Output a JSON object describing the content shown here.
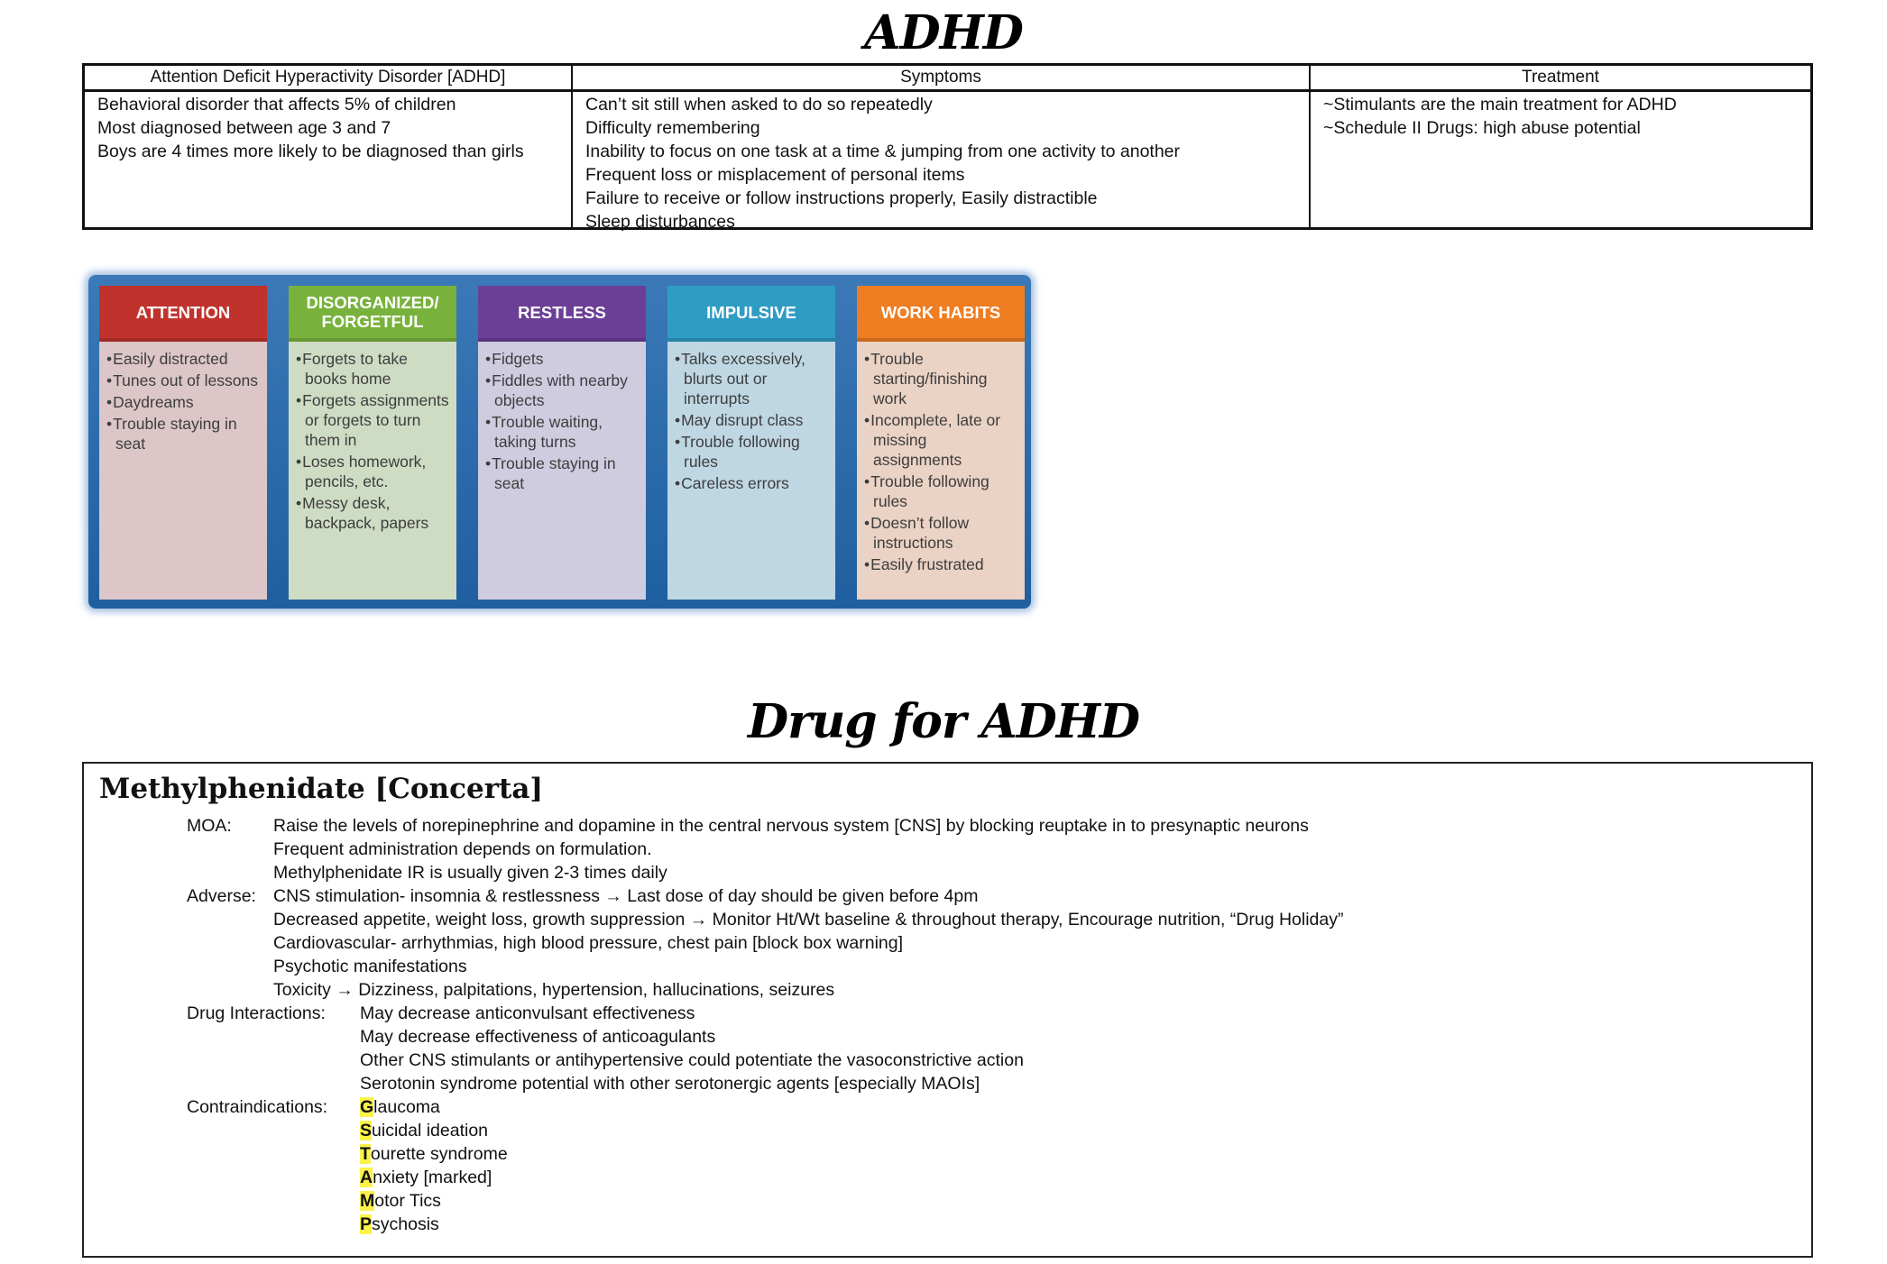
{
  "titles": {
    "adhd": "ADHD",
    "drug": "Drug for ADHD"
  },
  "top_table": {
    "headers": [
      "Attention Deficit Hyperactivity Disorder [ADHD]",
      "Symptoms",
      "Treatment"
    ],
    "col1": [
      "Behavioral disorder that affects 5% of children",
      "Most diagnosed between age 3 and 7",
      "Boys are 4 times more likely to be diagnosed than girls"
    ],
    "col2": [
      "Can’t sit still when asked to do so repeatedly",
      "Difficulty remembering",
      "Inability to focus on one task at a time & jumping from one activity to another",
      "Frequent loss or misplacement of personal items",
      "Failure to receive or follow instructions properly, Easily distractible",
      "Sleep disturbances"
    ],
    "col3": [
      "~Stimulants are the main treatment for ADHD",
      "~Schedule II Drugs: high abuse potential"
    ]
  },
  "infographic": {
    "cards": [
      {
        "title": "ATTENTION",
        "head_color": "#c0332d",
        "body_color": "#dcc6c8",
        "items": [
          "Easily distracted",
          "Tunes out of lessons",
          "Daydreams",
          "Trouble staying in seat"
        ]
      },
      {
        "title": "DISORGANIZED/ FORGETFUL",
        "head_color": "#78b23c",
        "body_color": "#cfdcc4",
        "items": [
          "Forgets to take books home",
          "Forgets assignments or forgets to turn them in",
          "Loses homework, pencils, etc.",
          "Messy desk, backpack, papers"
        ]
      },
      {
        "title": "RESTLESS",
        "head_color": "#6b3f96",
        "body_color": "#cfcce0",
        "items": [
          "Fidgets",
          "Fiddles with nearby objects",
          "Trouble waiting, taking turns",
          "Trouble staying in seat"
        ]
      },
      {
        "title": "IMPULSIVE",
        "head_color": "#2f9cc4",
        "body_color": "#bfd7e3",
        "items": [
          "Talks excessively, blurts out or interrupts",
          "May disrupt class",
          "Trouble following rules",
          "Careless errors"
        ]
      },
      {
        "title": "WORK HABITS",
        "head_color": "#ef7d22",
        "body_color": "#ead2c4",
        "items": [
          "Trouble starting/finishing work",
          "Incomplete, late or missing assignments",
          "Trouble following rules",
          "Doesn’t follow instructions",
          "Easily frustrated"
        ]
      }
    ]
  },
  "drug": {
    "name": "Methylphenidate [Concerta]",
    "moa_label": "MOA:",
    "moa": [
      "Raise the levels of norepinephrine and dopamine in the central nervous system [CNS] by blocking reuptake in to presynaptic neurons",
      "Frequent administration depends on formulation.",
      "Methylphenidate IR is usually given 2-3 times daily"
    ],
    "adverse_label": "Adverse:",
    "adverse": [
      "CNS stimulation- insomnia & restlessness → Last dose of day should be given before 4pm",
      "Decreased appetite, weight loss, growth suppression → Monitor Ht/Wt baseline & throughout therapy, Encourage nutrition, “Drug Holiday”",
      "Cardiovascular- arrhythmias, high blood pressure, chest pain [block box warning]",
      "Psychotic manifestations",
      "Toxicity → Dizziness, palpitations, hypertension, hallucinations, seizures"
    ],
    "interactions_label": "Drug Interactions:",
    "interactions": [
      "May decrease anticonvulsant effectiveness",
      "May decrease effectiveness of anticoagulants",
      "Other CNS stimulants or antihypertensive could potentiate the vasoconstrictive action",
      "Serotonin syndrome potential with other serotonergic agents [especially MAOIs]"
    ],
    "contra_label": "Contraindications:",
    "contraindications": [
      {
        "letter": "G",
        "rest": "laucoma"
      },
      {
        "letter": "S",
        "rest": "uicidal ideation"
      },
      {
        "letter": "T",
        "rest": "ourette syndrome"
      },
      {
        "letter": "A",
        "rest": "nxiety [marked]"
      },
      {
        "letter": "M",
        "rest": "otor Tics"
      },
      {
        "letter": "P",
        "rest": "sychosis"
      }
    ],
    "highlight_color": "#fbf24a"
  }
}
